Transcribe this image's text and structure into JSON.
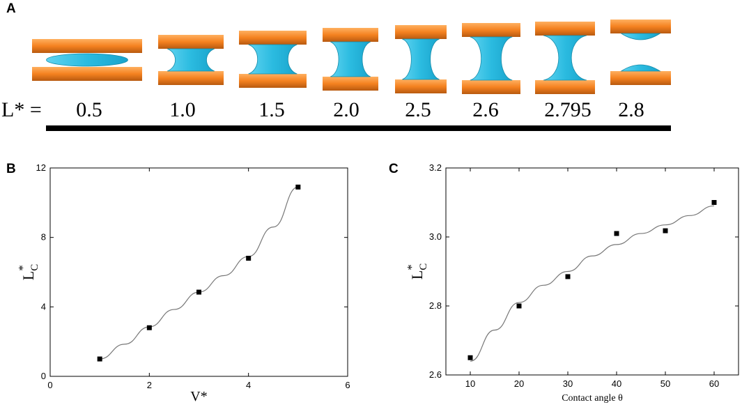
{
  "panels": {
    "a": "A",
    "b": "B",
    "c": "C"
  },
  "colors": {
    "plate_orange": "#f58220",
    "plate_dark": "#b85a10",
    "liquid_blue": "#2bbbe0",
    "liquid_edge": "#148aa8"
  },
  "bridges": {
    "axis_label": "L* =",
    "values": [
      "0.5",
      "1.0",
      "1.5",
      "2.0",
      "2.5",
      "2.6",
      "2.795",
      "2.8"
    ]
  },
  "chart_data": [
    {
      "type": "scatter",
      "xlabel": "V*",
      "ylabel_main": "L",
      "ylabel_sub": "C",
      "ylabel_sup": "*",
      "xlim": [
        0,
        6
      ],
      "ylim": [
        0,
        12
      ],
      "xticks": [
        "0",
        "2",
        "4",
        "6"
      ],
      "yticks": [
        "0",
        "4",
        "8",
        "12"
      ],
      "series": [
        {
          "x": [
            1,
            2,
            3,
            4,
            5
          ],
          "y": [
            1.0,
            2.8,
            4.85,
            6.8,
            10.9
          ]
        }
      ],
      "fit": {
        "x": [
          1,
          1.5,
          2,
          2.5,
          3,
          3.5,
          4,
          4.5,
          5
        ],
        "y": [
          1.0,
          1.85,
          2.85,
          3.85,
          4.85,
          5.8,
          6.9,
          8.6,
          10.9
        ]
      }
    },
    {
      "type": "scatter",
      "xlabel": "Contact angle θ",
      "ylabel_main": "L",
      "ylabel_sub": "C",
      "ylabel_sup": "*",
      "xlim": [
        5,
        65
      ],
      "ylim": [
        2.6,
        3.2
      ],
      "xticks": [
        "10",
        "20",
        "30",
        "40",
        "50",
        "60"
      ],
      "yticks": [
        "2.6",
        "2.8",
        "3.0",
        "3.2"
      ],
      "series": [
        {
          "x": [
            10,
            20,
            30,
            40,
            50,
            60
          ],
          "y": [
            2.65,
            2.8,
            2.885,
            3.01,
            3.018,
            3.1
          ]
        }
      ],
      "fit": {
        "x": [
          10,
          15,
          20,
          25,
          30,
          35,
          40,
          45,
          50,
          55,
          60
        ],
        "y": [
          2.64,
          2.73,
          2.81,
          2.86,
          2.9,
          2.945,
          2.978,
          3.01,
          3.035,
          3.062,
          3.09
        ]
      }
    }
  ]
}
